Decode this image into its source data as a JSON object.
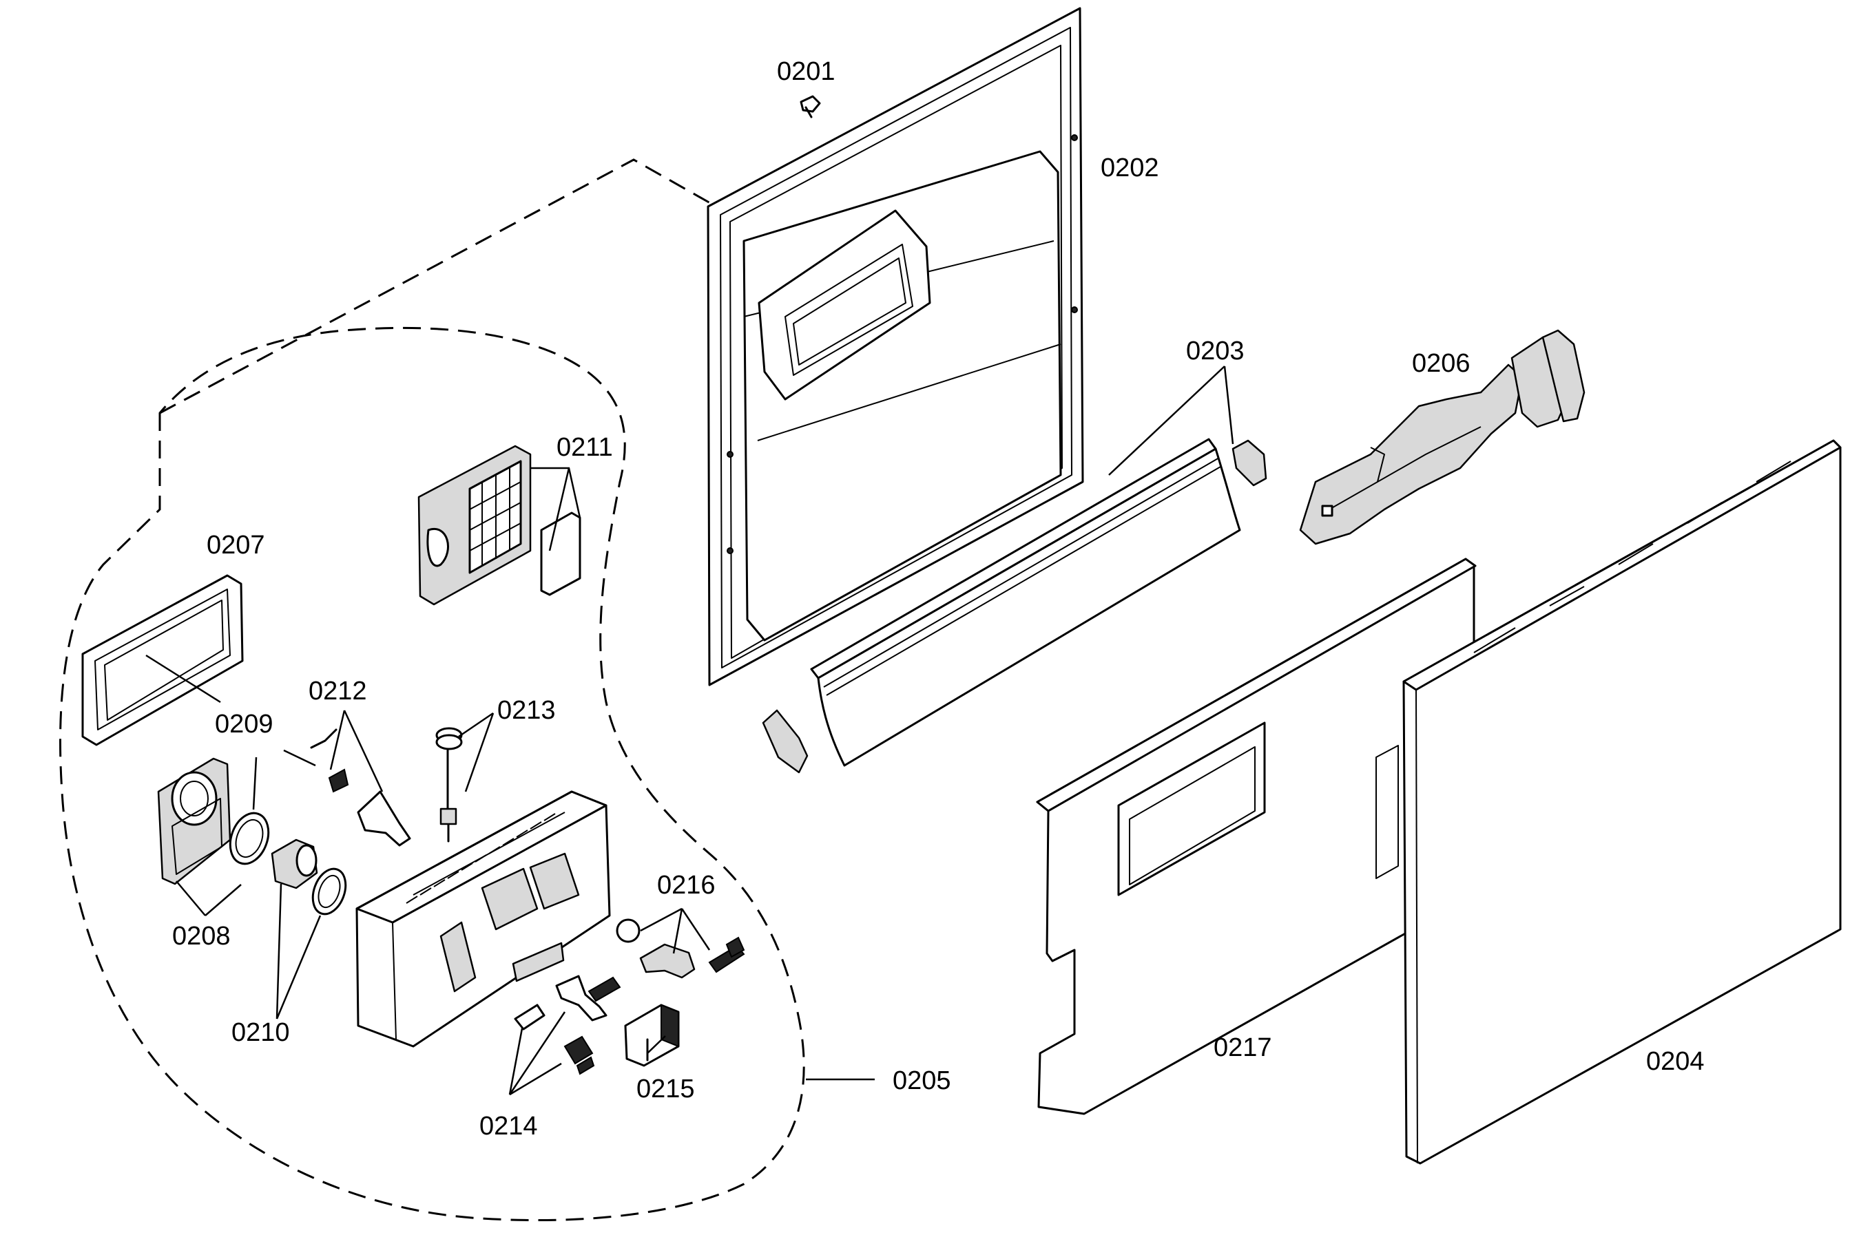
{
  "diagram": {
    "part_labels": {
      "p0201": "0201",
      "p0202": "0202",
      "p0203": "0203",
      "p0204": "0204",
      "p0205": "0205",
      "p0206": "0206",
      "p0207": "0207",
      "p0208": "0208",
      "p0209": "0209",
      "p0210": "0210",
      "p0211": "0211",
      "p0212": "0212",
      "p0213": "0213",
      "p0214": "0214",
      "p0215": "0215",
      "p0216": "0216",
      "p0217": "0217"
    }
  }
}
